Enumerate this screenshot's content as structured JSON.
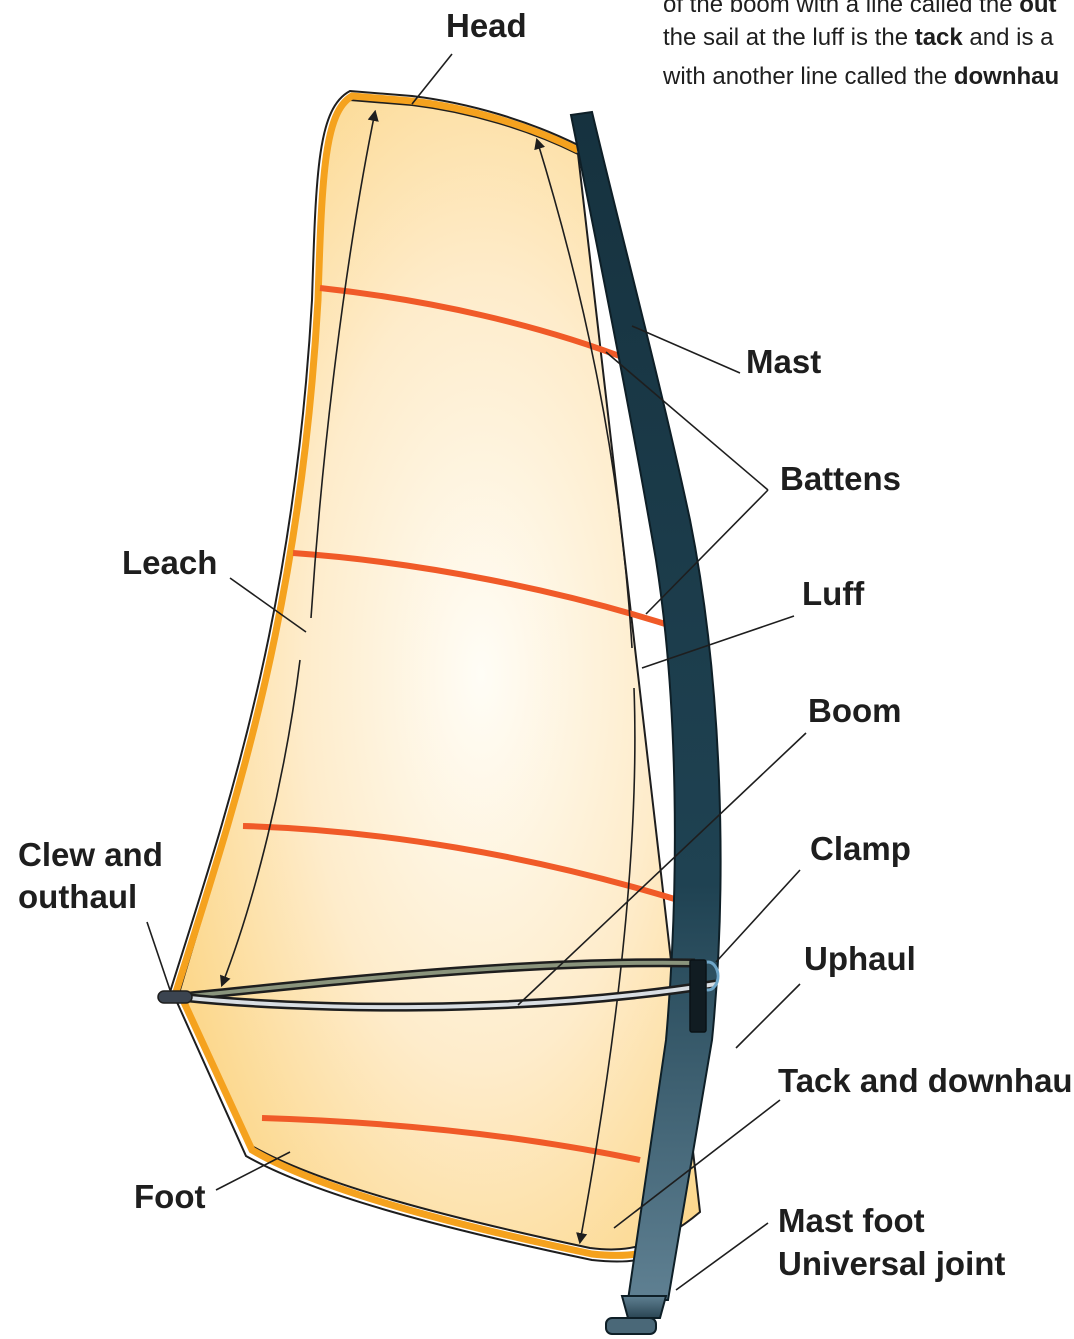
{
  "labels": {
    "head": "Head",
    "mast": "Mast",
    "battens": "Battens",
    "leach": "Leach",
    "luff": "Luff",
    "boom": "Boom",
    "clew_line1": "Clew and",
    "clew_line2": "outhaul",
    "clamp": "Clamp",
    "uphaul": "Uphaul",
    "tack": "Tack and downhaul",
    "foot": "Foot",
    "mast_foot_line1": "Mast foot",
    "mast_foot_line2": "Universal joint"
  },
  "caption": {
    "line1_text": "of the boom with a line called the ",
    "line1_bold": "out",
    "line2_a": "the sail at the luff is the ",
    "line2_bold": "tack",
    "line2_b": " and is a",
    "line3_a": "with another line called the ",
    "line3_bold": "downhau"
  },
  "colors": {
    "sail_light": "#fffdf6",
    "sail_dark": "#fcd88e",
    "sail_edge": "#f5a21e",
    "batten": "#f05a28",
    "mast_dark": "#16323f",
    "mast_light": "#5f8092",
    "boom": "#3b4a3c",
    "text": "#1e1e1e"
  }
}
